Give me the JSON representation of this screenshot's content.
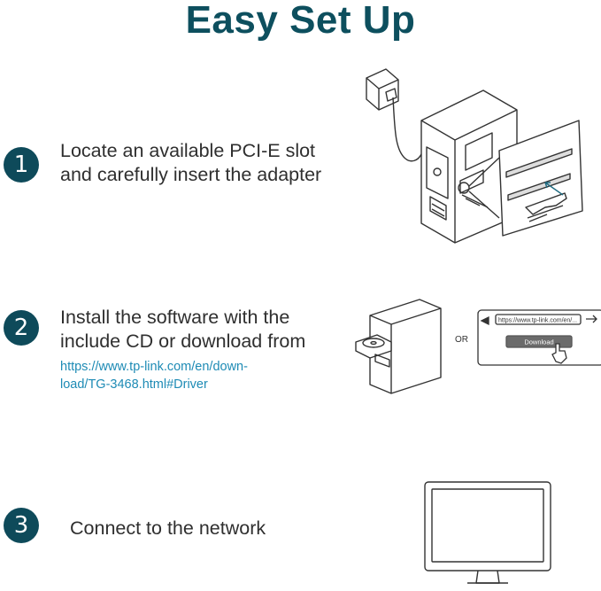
{
  "title": "Easy Set Up",
  "steps": [
    {
      "number": "1",
      "lines": [
        "Locate an available PCI-E slot",
        "and carefully insert the adapter"
      ]
    },
    {
      "number": "2",
      "lines": [
        "Install the software with the",
        "include CD or download from"
      ],
      "link_lines": [
        "https://www.tp-link.com/en/down-",
        "load/TG-3468.html#Driver"
      ]
    },
    {
      "number": "3",
      "lines": [
        "Connect to the network"
      ]
    }
  ],
  "browser": {
    "url": "https://www.tp-link.com/en/...",
    "button": "Download"
  },
  "or_label": "OR",
  "colors": {
    "heading": "#0d4f5e",
    "badge": "#0e4a5a",
    "link": "#1e8bb5",
    "text": "#2f2f2f"
  }
}
